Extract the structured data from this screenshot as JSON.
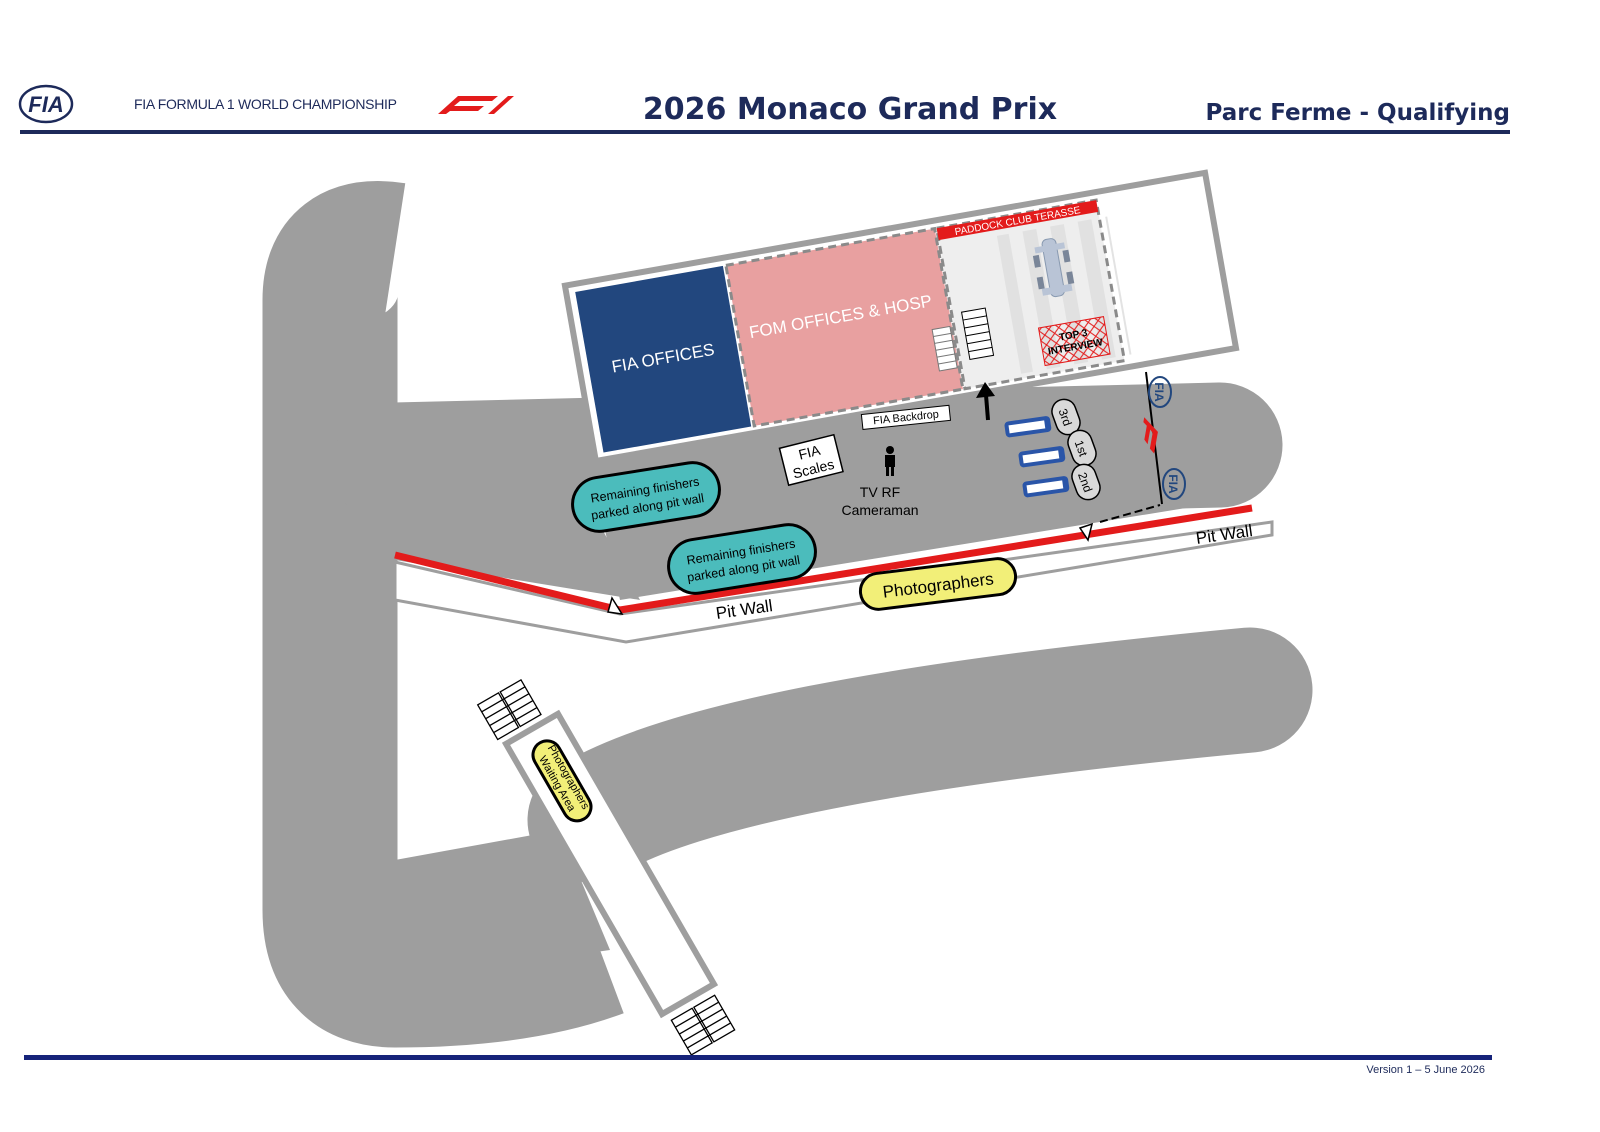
{
  "header": {
    "fia_logo_text": "FIA",
    "championship": "FIA FORMULA 1 WORLD CHAMPIONSHIP",
    "title": "2026 Monaco Grand Prix",
    "subtitle": "Parc Ferme - Qualifying"
  },
  "footer": {
    "version": "Version 1 – 5 June 2026"
  },
  "map": {
    "fia_offices": "FIA OFFICES",
    "fom_offices": "FOM OFFICES & HOSP",
    "paddock_club": "PADDOCK CLUB TERASSE",
    "top3_line1": "TOP 3",
    "top3_line2": "INTERVIEW",
    "fia_backdrop": "FIA Backdrop",
    "fia_scales_line1": "FIA",
    "fia_scales_line2": "Scales",
    "tv_line1": "TV RF",
    "tv_line2": "Cameraman",
    "remaining_line1": "Remaining finishers",
    "remaining_line2": "parked along pit wall",
    "photographers": "Photographers",
    "photographers_wait_line1": "Photographers",
    "photographers_wait_line2": "Waiting Area",
    "pit_wall": "Pit Wall",
    "pos_3": "3rd",
    "pos_1": "1st",
    "pos_2": "2nd",
    "fia_badge": "FIA"
  },
  "colors": {
    "navy": "#1d2a5a",
    "fia_blue": "#22477e",
    "fom_pink": "#e8a0a0",
    "red": "#e31b1b",
    "teal": "#4bbcbc",
    "yellow": "#f2ef78",
    "road_grey": "#9e9e9e"
  }
}
